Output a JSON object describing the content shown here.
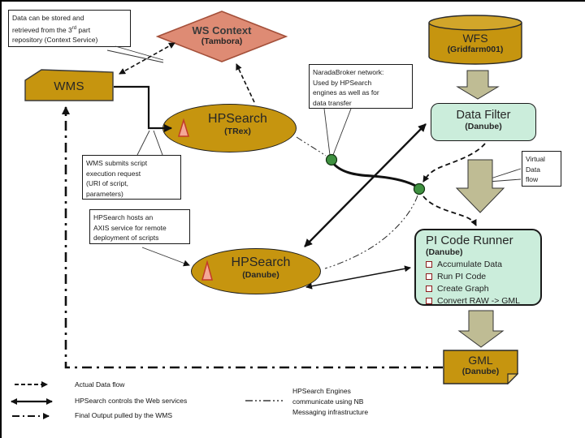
{
  "colors": {
    "node_gold": "#C6950F",
    "cylinder_top_gold": "#D2A62A",
    "salmon_diamond": "#DE8B74",
    "salmon_border": "#A4503A",
    "mint_panel": "#CBEDDB",
    "block_arrow_khaki": "#BFBC94",
    "green_dot": "#3F9140",
    "bullet_red": "#8B1A1A",
    "triangle_fill": "#F4A896",
    "triangle_border": "#C23B28"
  },
  "nodes": {
    "repository_callout": {
      "line1": "Data can be stored and",
      "line2_pre": "retrieved from the 3",
      "line2_sup": "rd",
      "line2_post": " part",
      "line3": "repository (Context Service)"
    },
    "ws_context": {
      "title": "WS Context",
      "subtitle": "(Tambora)"
    },
    "wfs": {
      "title": "WFS",
      "subtitle": "(Gridfarm001)"
    },
    "wms": {
      "title": "WMS"
    },
    "naradabroker_callout": {
      "line1": "NaradaBroker network:",
      "line2": "Used by HPSearch",
      "line3": "engines as well as for",
      "line4": "data transfer"
    },
    "hpsearch_trex": {
      "title": "HPSearch",
      "subtitle": "(TRex)"
    },
    "data_filter": {
      "title": "Data Filter",
      "subtitle": "(Danube)"
    },
    "wms_submits_callout": {
      "line1": "WMS submits script",
      "line2": "execution request",
      "line3": "(URI of script,",
      "line4": "parameters)"
    },
    "hpsearch_hosts_callout": {
      "line1": "HPSearch hosts an",
      "line2": "AXIS service for remote",
      "line3": "deployment of scripts"
    },
    "virtual_data_flow_callout": {
      "line1": "Virtual",
      "line2": "Data",
      "line3": "flow"
    },
    "pi_code_runner": {
      "title": "PI Code Runner",
      "subtitle": "(Danube)",
      "items": [
        "Accumulate Data",
        "Run PI Code",
        "Create Graph",
        "Convert RAW -> GML"
      ]
    },
    "hpsearch_danube": {
      "title": "HPSearch",
      "subtitle": "(Danube)"
    },
    "gml": {
      "title": "GML",
      "subtitle": "(Danube)"
    }
  },
  "legend": {
    "actual_data_flow": "Actual Data flow",
    "hpsearch_controls": "HPSearch controls the Web services",
    "final_output": "Final Output pulled by the WMS",
    "nb_note_line1": "HPSearch Engines",
    "nb_note_line2": "communicate using NB",
    "nb_note_line3": "Messaging infrastructure"
  }
}
